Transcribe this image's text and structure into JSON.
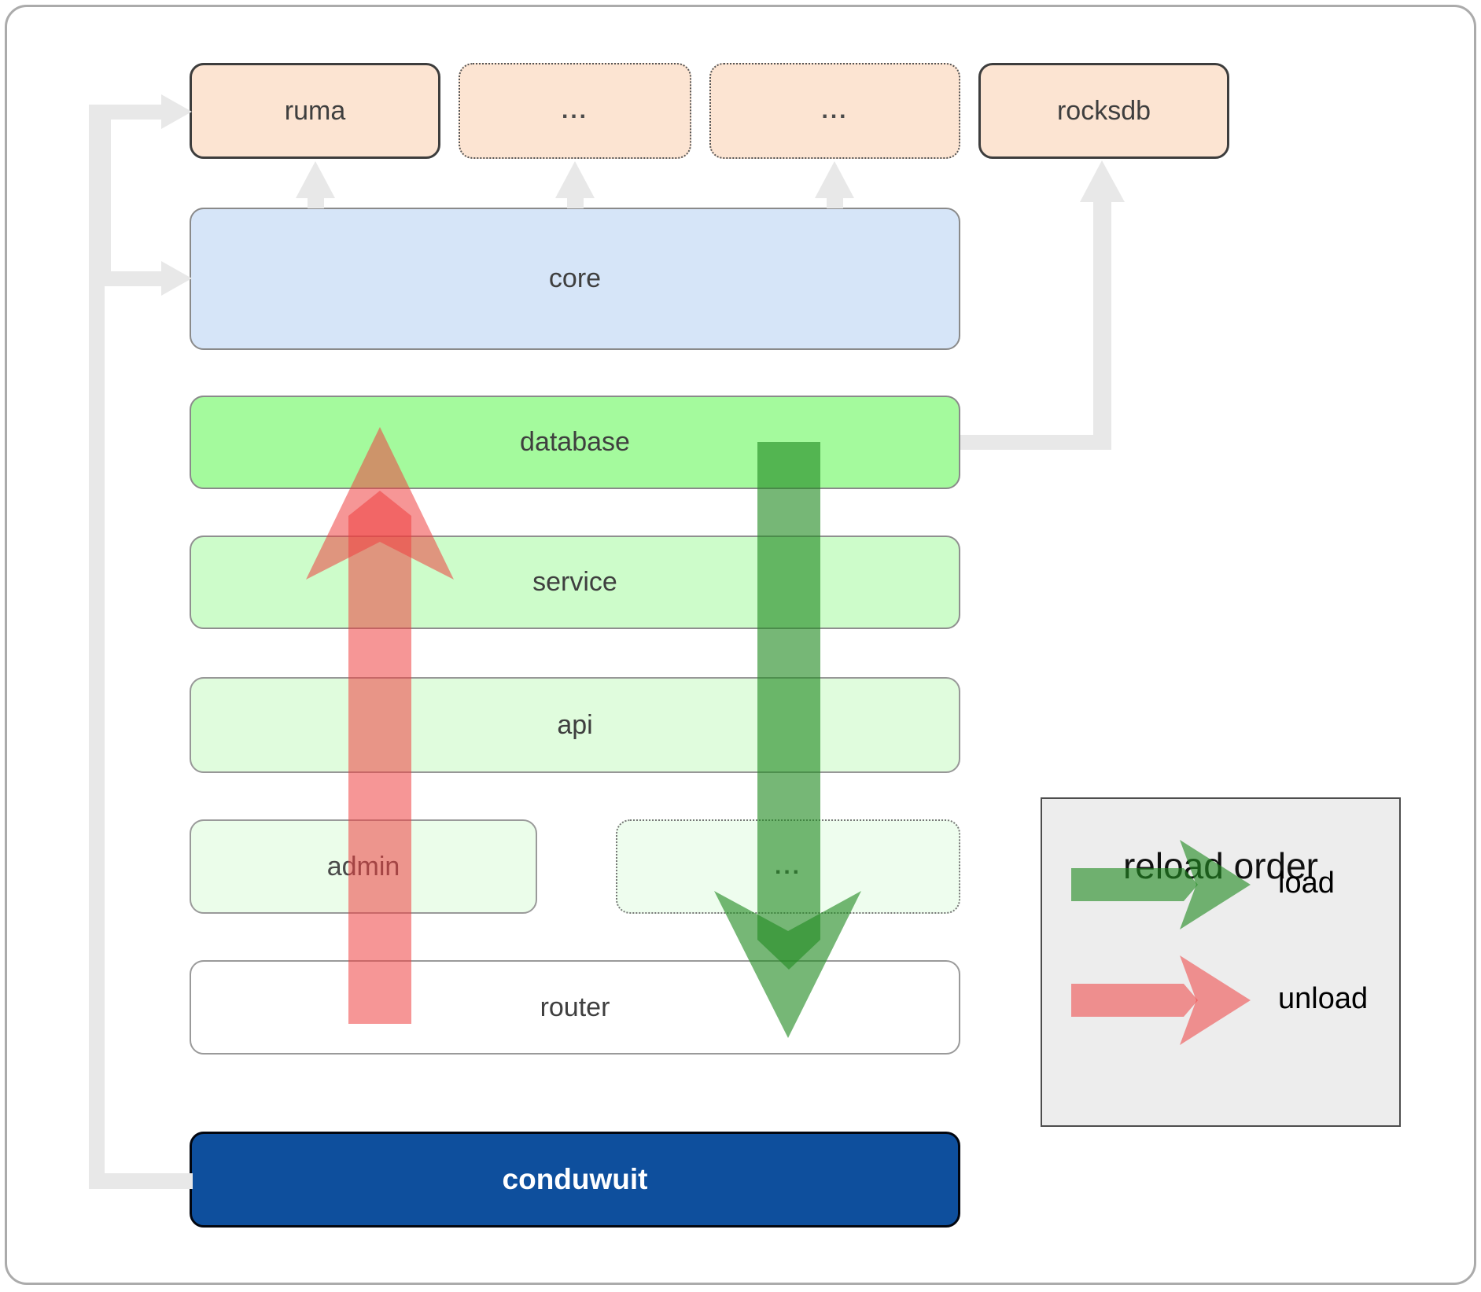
{
  "nodes": {
    "ruma": {
      "label": "ruma"
    },
    "dots1": {
      "label": "..."
    },
    "dots2": {
      "label": "..."
    },
    "rocksdb": {
      "label": "rocksdb"
    },
    "core": {
      "label": "core"
    },
    "database": {
      "label": "database"
    },
    "service": {
      "label": "service"
    },
    "api": {
      "label": "api"
    },
    "admin": {
      "label": "admin"
    },
    "dots3": {
      "label": "..."
    },
    "router": {
      "label": "router"
    },
    "conduwuit": {
      "label": "conduwuit"
    }
  },
  "legend": {
    "title": "reload order",
    "load_label": "load",
    "unload_label": "unload"
  },
  "colors": {
    "load_arrow_green": "#228b22",
    "unload_arrow_red": "#ee4040",
    "connector_gray": "#e8e8e8",
    "module_peach": "#fce4d2",
    "core_blue": "#d6e5f8",
    "database_green": "#a4fa9d",
    "service_green": "#cdfcca",
    "api_green": "#e0fcdd",
    "admin_green": "#ebfdea",
    "conduwuit_blue": "#0e4f9d",
    "legend_bg": "#ededed"
  }
}
